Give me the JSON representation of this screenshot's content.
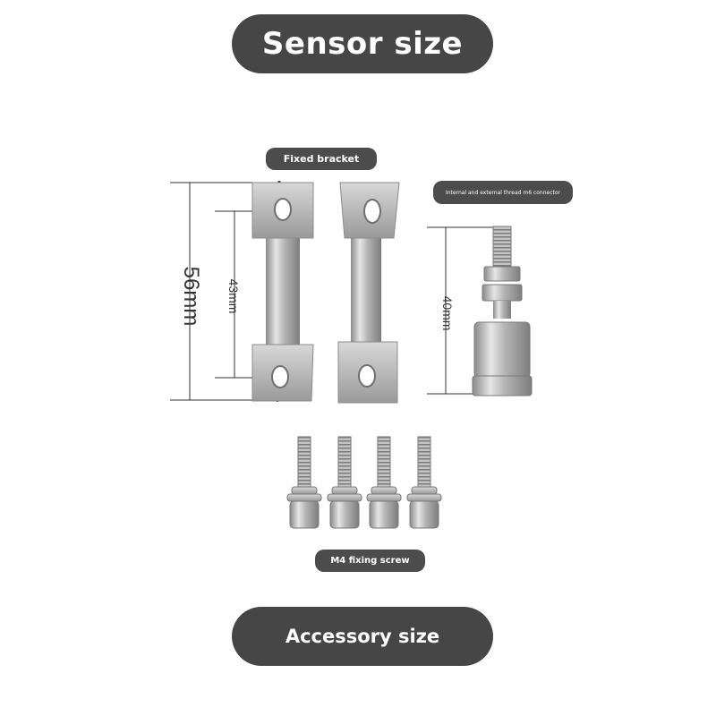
{
  "headings": {
    "top": "Sensor size",
    "bottom": "Accessory size"
  },
  "labels": {
    "fixed_bracket": "Fixed bracket",
    "connector": "Internal and external thread m6 connector",
    "screw": "M4 fixing screw"
  },
  "dimensions": {
    "bracket_total": "56mm",
    "bracket_hole": "43mm",
    "connector_height": "40mm"
  },
  "colors": {
    "pill_bg": "#464646",
    "metal": "#b9b9b9",
    "line": "#333333"
  }
}
